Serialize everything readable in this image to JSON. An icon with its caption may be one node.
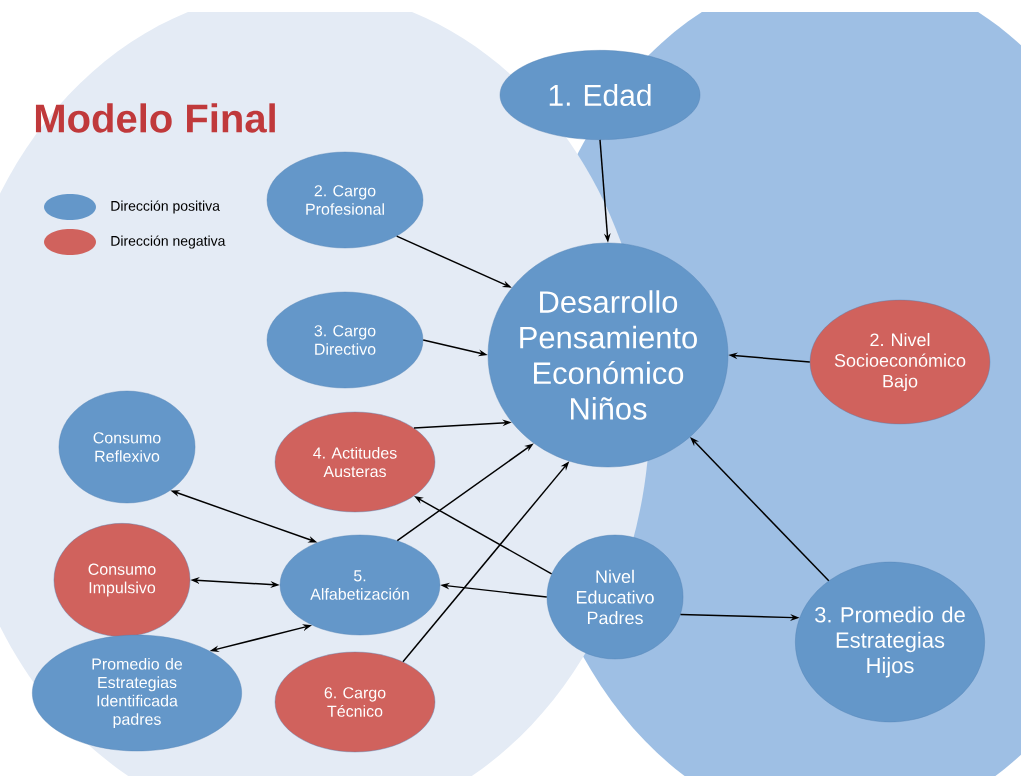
{
  "diagram": {
    "title": "Modelo Final",
    "nodes": [
      {
        "text": [
          "1. Edad"
        ]
      },
      {
        "text": [
          "Desarrollo Pensamiento Económico Niños"
        ]
      },
      {
        "text": [
          "2. Cargo Profesional"
        ]
      },
      {
        "text": [
          "3. Cargo Directivo"
        ]
      },
      {
        "text": [
          "2. Nivel Socioeconómico Bajo"
        ]
      },
      {
        "text": [
          "Consumo Reflexivo"
        ]
      },
      {
        "text": [
          "4. Actitudes Austeras"
        ]
      },
      {
        "text": [
          "Consumo Impulsivo"
        ]
      },
      {
        "text": [
          "5. Alfabetización"
        ]
      },
      {
        "text": [
          "Nivel Educativo Padres"
        ]
      },
      {
        "text": [
          "3. Promedio de Estrategias Hijos"
        ]
      },
      {
        "text": [
          "Promedio de Estrategias Identificada padres"
        ]
      },
      {
        "text": [
          "6. Cargo Técnico"
        ]
      }
    ],
    "edges": [
      {
        "from": 0,
        "to": 1,
        "arrow": "to"
      },
      {
        "from": 2,
        "to": 1,
        "arrow": "to"
      },
      {
        "from": 3,
        "to": 1,
        "arrow": "to"
      },
      {
        "from": 4,
        "to": 1,
        "arrow": "to"
      },
      {
        "from": 6,
        "to": 1,
        "arrow": "to"
      },
      {
        "from": 8,
        "to": 1,
        "arrow": "to"
      },
      {
        "from": 12,
        "to": 1,
        "arrow": "to"
      },
      {
        "from": 10,
        "to": 1,
        "arrow": "to"
      },
      {
        "from": 5,
        "to": 8,
        "arrow": "both"
      },
      {
        "from": 7,
        "to": 8,
        "arrow": "both"
      },
      {
        "from": 11,
        "to": 8,
        "arrow": "both"
      },
      {
        "from": 9,
        "to": 8,
        "arrow": "to"
      },
      {
        "from": 9,
        "to": 6,
        "arrow": "to"
      },
      {
        "from": 9,
        "to": 10,
        "arrow": "to"
      }
    ],
    "legend": [
      {
        "text": "Dirección positiva",
        "color": "#6497c9"
      },
      {
        "text": "Dirección negativa",
        "color": "#d0625d"
      }
    ]
  }
}
